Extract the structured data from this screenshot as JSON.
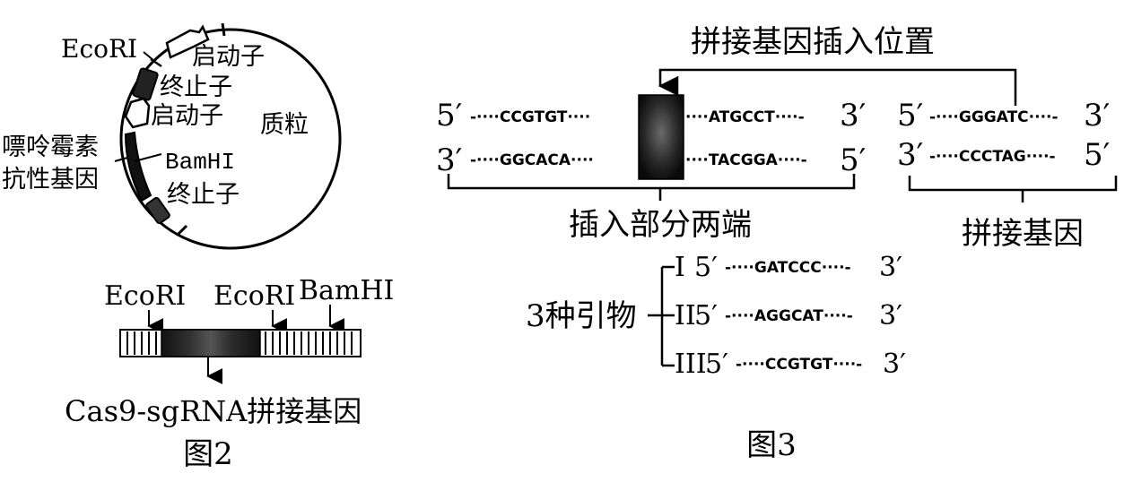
{
  "fig2": {
    "plasmid": {
      "ecori": "EcoRI",
      "promoter1": "启动子",
      "terminator1": "终止子",
      "promoter2": "启动子",
      "plasmid_label": "质粒",
      "resistance_line1": "嘌呤霉素",
      "resistance_line2": "抗性基因",
      "bamhi": "BamHI",
      "terminator2": "终止子"
    },
    "linear": {
      "ecori_left": "EcoRI",
      "ecori_right": "EcoRI",
      "bamhi": "BamHI",
      "gene_label": "Cas9-sgRNA拼接基因"
    },
    "caption": "图2"
  },
  "fig3": {
    "insert_position": "拼接基因插入位置",
    "insert_ends": {
      "top_5": "5′",
      "top_left_seq": "-····CCGTGT····",
      "top_right_seq": "····ATGCCT····-",
      "top_3": "3′",
      "bot_3": "3′",
      "bot_left_seq": "-····GGCACA····",
      "bot_right_seq": "····TACGGA····-",
      "bot_5": "5′",
      "label": "插入部分两端"
    },
    "splice_gene": {
      "top_5": "5′",
      "top_seq": "-····GGGATC····-",
      "top_3": "3′",
      "bot_3": "3′",
      "bot_seq": "-····CCCTAG····-",
      "bot_5": "5′",
      "label": "拼接基因"
    },
    "primers": {
      "title": "3种引物",
      "items": [
        {
          "roman": "I",
          "prime5": "5′",
          "seq": "-····GATCCC····-",
          "prime3": "3′"
        },
        {
          "roman": "II",
          "prime5": "5′",
          "seq": "-····AGGCAT····-",
          "prime3": "3′"
        },
        {
          "roman": "III",
          "prime5": "5′",
          "seq": "-····CCGTGT····-",
          "prime3": "3′"
        }
      ]
    },
    "caption": "图3"
  }
}
